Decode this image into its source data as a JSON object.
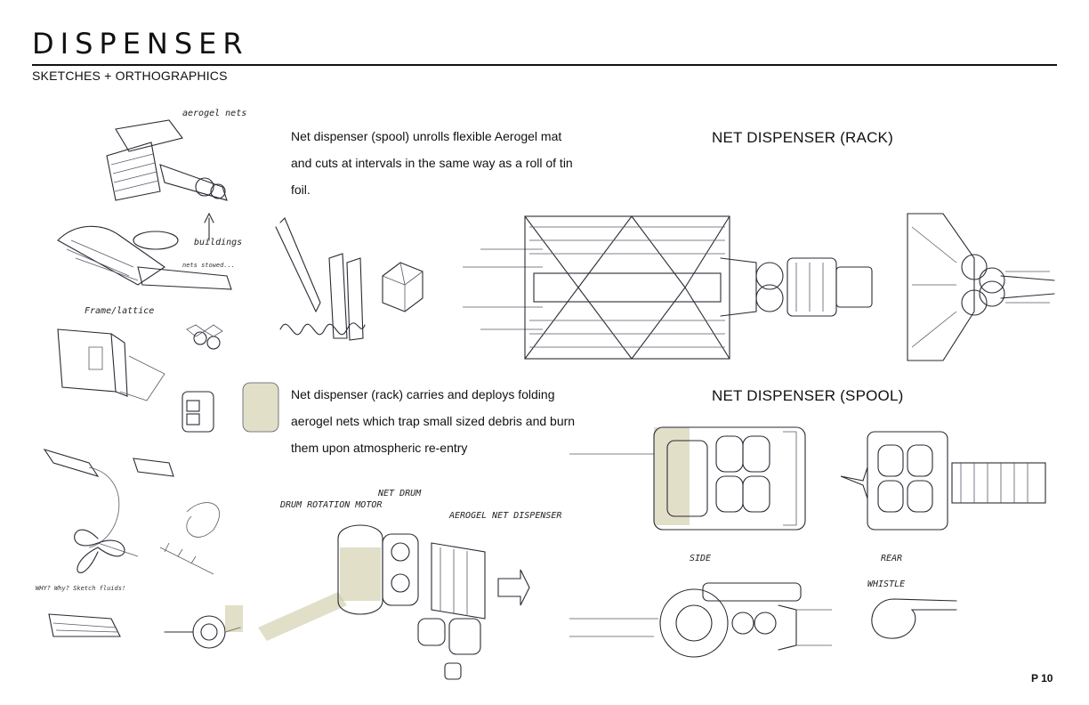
{
  "page": {
    "title": "DISPENSER",
    "subtitle": "SKETCHES + ORTHOGRAPHICS",
    "page_number": "P 10"
  },
  "text_blocks": {
    "spool_description": "Net dispenser (spool) unrolls flexible Aerogel mat and cuts at intervals in the same way as a roll of tin foil.",
    "rack_description": "Net dispenser (rack) carries and deploys folding aerogel nets which trap small sized debris and burn them upon atmospheric re-entry"
  },
  "headings": {
    "rack": "NET DISPENSER (RACK)",
    "spool": "NET DISPENSER (SPOOL)"
  },
  "sketch_annotations": {
    "aerogel_nets": "aerogel nets",
    "buildings": "buildings",
    "frame_lattice": "Frame/lattice",
    "net_drum": "NET DRUM",
    "drum_rotation_motor": "DRUM ROTATION MOTOR",
    "aerogel_net_dispenser": "AEROGEL NET DISPENSER",
    "side": "SIDE",
    "rear": "REAR",
    "whistle": "WHISTLE",
    "weird_why": "WHY? Why? Sketch fluids!"
  },
  "colors": {
    "ink": "#2a2a35",
    "marker_olive": "#c8c49a",
    "text": "#111111"
  }
}
